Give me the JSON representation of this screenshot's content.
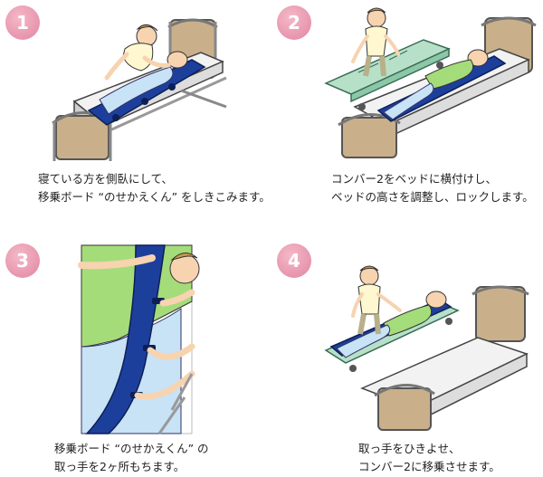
{
  "steps": [
    {
      "number": "1",
      "illustration_icon": "caregiver-placing-transfer-board-icon",
      "lines": [
        "寝ている方を側臥にして、",
        "移乗ボード “のせかえくん” をしきこみます。"
      ]
    },
    {
      "number": "2",
      "illustration_icon": "stretcher-beside-bed-icon",
      "lines": [
        "コンバー2をベッドに横付けし、",
        "ベッドの高さを調整し、ロックします。"
      ]
    },
    {
      "number": "3",
      "illustration_icon": "hands-gripping-board-handles-icon",
      "lines": [
        "移乗ボード “のせかえくん” の",
        "取っ手を2ヶ所もちます。"
      ]
    },
    {
      "number": "4",
      "illustration_icon": "pulling-patient-onto-stretcher-icon",
      "lines": [
        "取っ手をひきよせ、",
        "コンバー2に移乗させます。"
      ]
    }
  ],
  "colors": {
    "badge": "#e795ac",
    "board": "#1d3f9c",
    "shirt": "#a5dc7a",
    "blanket": "#c8e2f6",
    "headboard": "#c9b08a"
  }
}
